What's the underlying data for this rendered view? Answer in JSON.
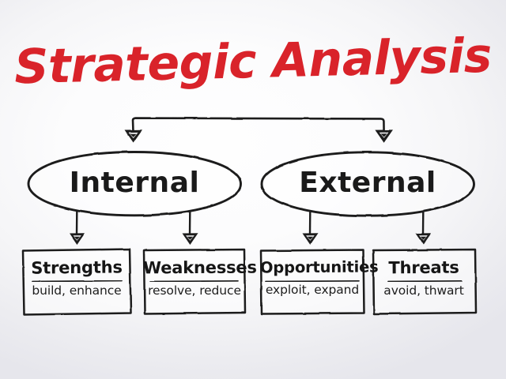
{
  "diagram": {
    "title": "Strategic Analysis",
    "title_color": "#d9232a",
    "stroke_color": "#1a1a1a",
    "background_color": "#f2f2f5",
    "branches": [
      {
        "id": "internal",
        "label": "Internal"
      },
      {
        "id": "external",
        "label": "External"
      }
    ],
    "cards": [
      {
        "id": "strengths",
        "title": "Strengths",
        "subtitle": "build, enhance",
        "parent": "internal"
      },
      {
        "id": "weaknesses",
        "title": "Weaknesses",
        "subtitle": "resolve, reduce",
        "parent": "internal"
      },
      {
        "id": "opportunities",
        "title": "Opportunities",
        "subtitle": "exploit, expand",
        "parent": "external"
      },
      {
        "id": "threats",
        "title": "Threats",
        "subtitle": "avoid, thwart",
        "parent": "external"
      }
    ],
    "connectors": [
      {
        "id": "root-bracket",
        "from": "title",
        "to": [
          "internal",
          "external"
        ],
        "style": "bracket-arrow"
      },
      {
        "id": "internal-to-swot-1",
        "from": "internal",
        "to": "strengths",
        "style": "arrow"
      },
      {
        "id": "internal-to-swot-2",
        "from": "internal",
        "to": "weaknesses",
        "style": "arrow"
      },
      {
        "id": "external-to-swot-1",
        "from": "external",
        "to": "opportunities",
        "style": "arrow"
      },
      {
        "id": "external-to-swot-2",
        "from": "external",
        "to": "threats",
        "style": "arrow"
      }
    ]
  }
}
